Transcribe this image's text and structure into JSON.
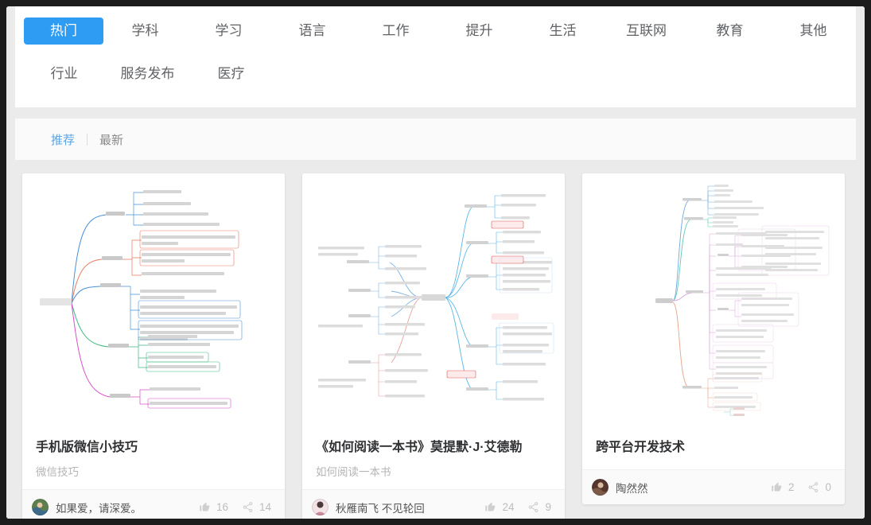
{
  "theme": {
    "accent": "#2f9cf4",
    "sort_active": "#5aa7e8",
    "page_bg": "#ebebeb",
    "panel_bg": "#ffffff",
    "sortbar_bg": "#fafafa",
    "title_color": "#303133",
    "subtitle_color": "#b5b5b5",
    "muted_color": "#bdbdbd"
  },
  "categories": {
    "row1": [
      {
        "label": "热门",
        "active": true
      },
      {
        "label": "学科",
        "active": false
      },
      {
        "label": "学习",
        "active": false
      },
      {
        "label": "语言",
        "active": false
      },
      {
        "label": "工作",
        "active": false
      },
      {
        "label": "提升",
        "active": false
      },
      {
        "label": "生活",
        "active": false
      },
      {
        "label": "互联网",
        "active": false
      },
      {
        "label": "教育",
        "active": false
      },
      {
        "label": "其他",
        "active": false
      }
    ],
    "row2": [
      {
        "label": "行业",
        "active": false
      },
      {
        "label": "服务发布",
        "active": false
      },
      {
        "label": "医疗",
        "active": false
      }
    ]
  },
  "sort": {
    "recommended": "推荐",
    "latest": "最新",
    "active": "推荐"
  },
  "cards": [
    {
      "title": "手机版微信小技巧",
      "subtitle": "微信技巧",
      "author": "如果爱，请深爱。",
      "likes": "16",
      "shares": "14",
      "thumb_kind": "right-branching",
      "thumb_colors": [
        "#4a90d9",
        "#e8795a",
        "#3fb982",
        "#d64fc8"
      ]
    },
    {
      "title": "《如何阅读一本书》莫提默·J·艾德勒",
      "subtitle": "如何阅读一本书",
      "author": "秋雁南飞 不见轮回",
      "likes": "24",
      "shares": "9",
      "thumb_kind": "bidirectional",
      "thumb_colors": [
        "#5bb8e8",
        "#7fb2e0",
        "#e8a0a0",
        "#e05a5a"
      ]
    },
    {
      "title": "跨平台开发技术",
      "subtitle": "",
      "author": "陶然然",
      "likes": "2",
      "shares": "0",
      "thumb_kind": "tall-dense",
      "thumb_colors": [
        "#6fa8dc",
        "#5fc9b0",
        "#d9a0d9",
        "#e8a48a"
      ]
    }
  ],
  "icons": {
    "like": "thumbs-up-icon",
    "share": "share-icon"
  }
}
